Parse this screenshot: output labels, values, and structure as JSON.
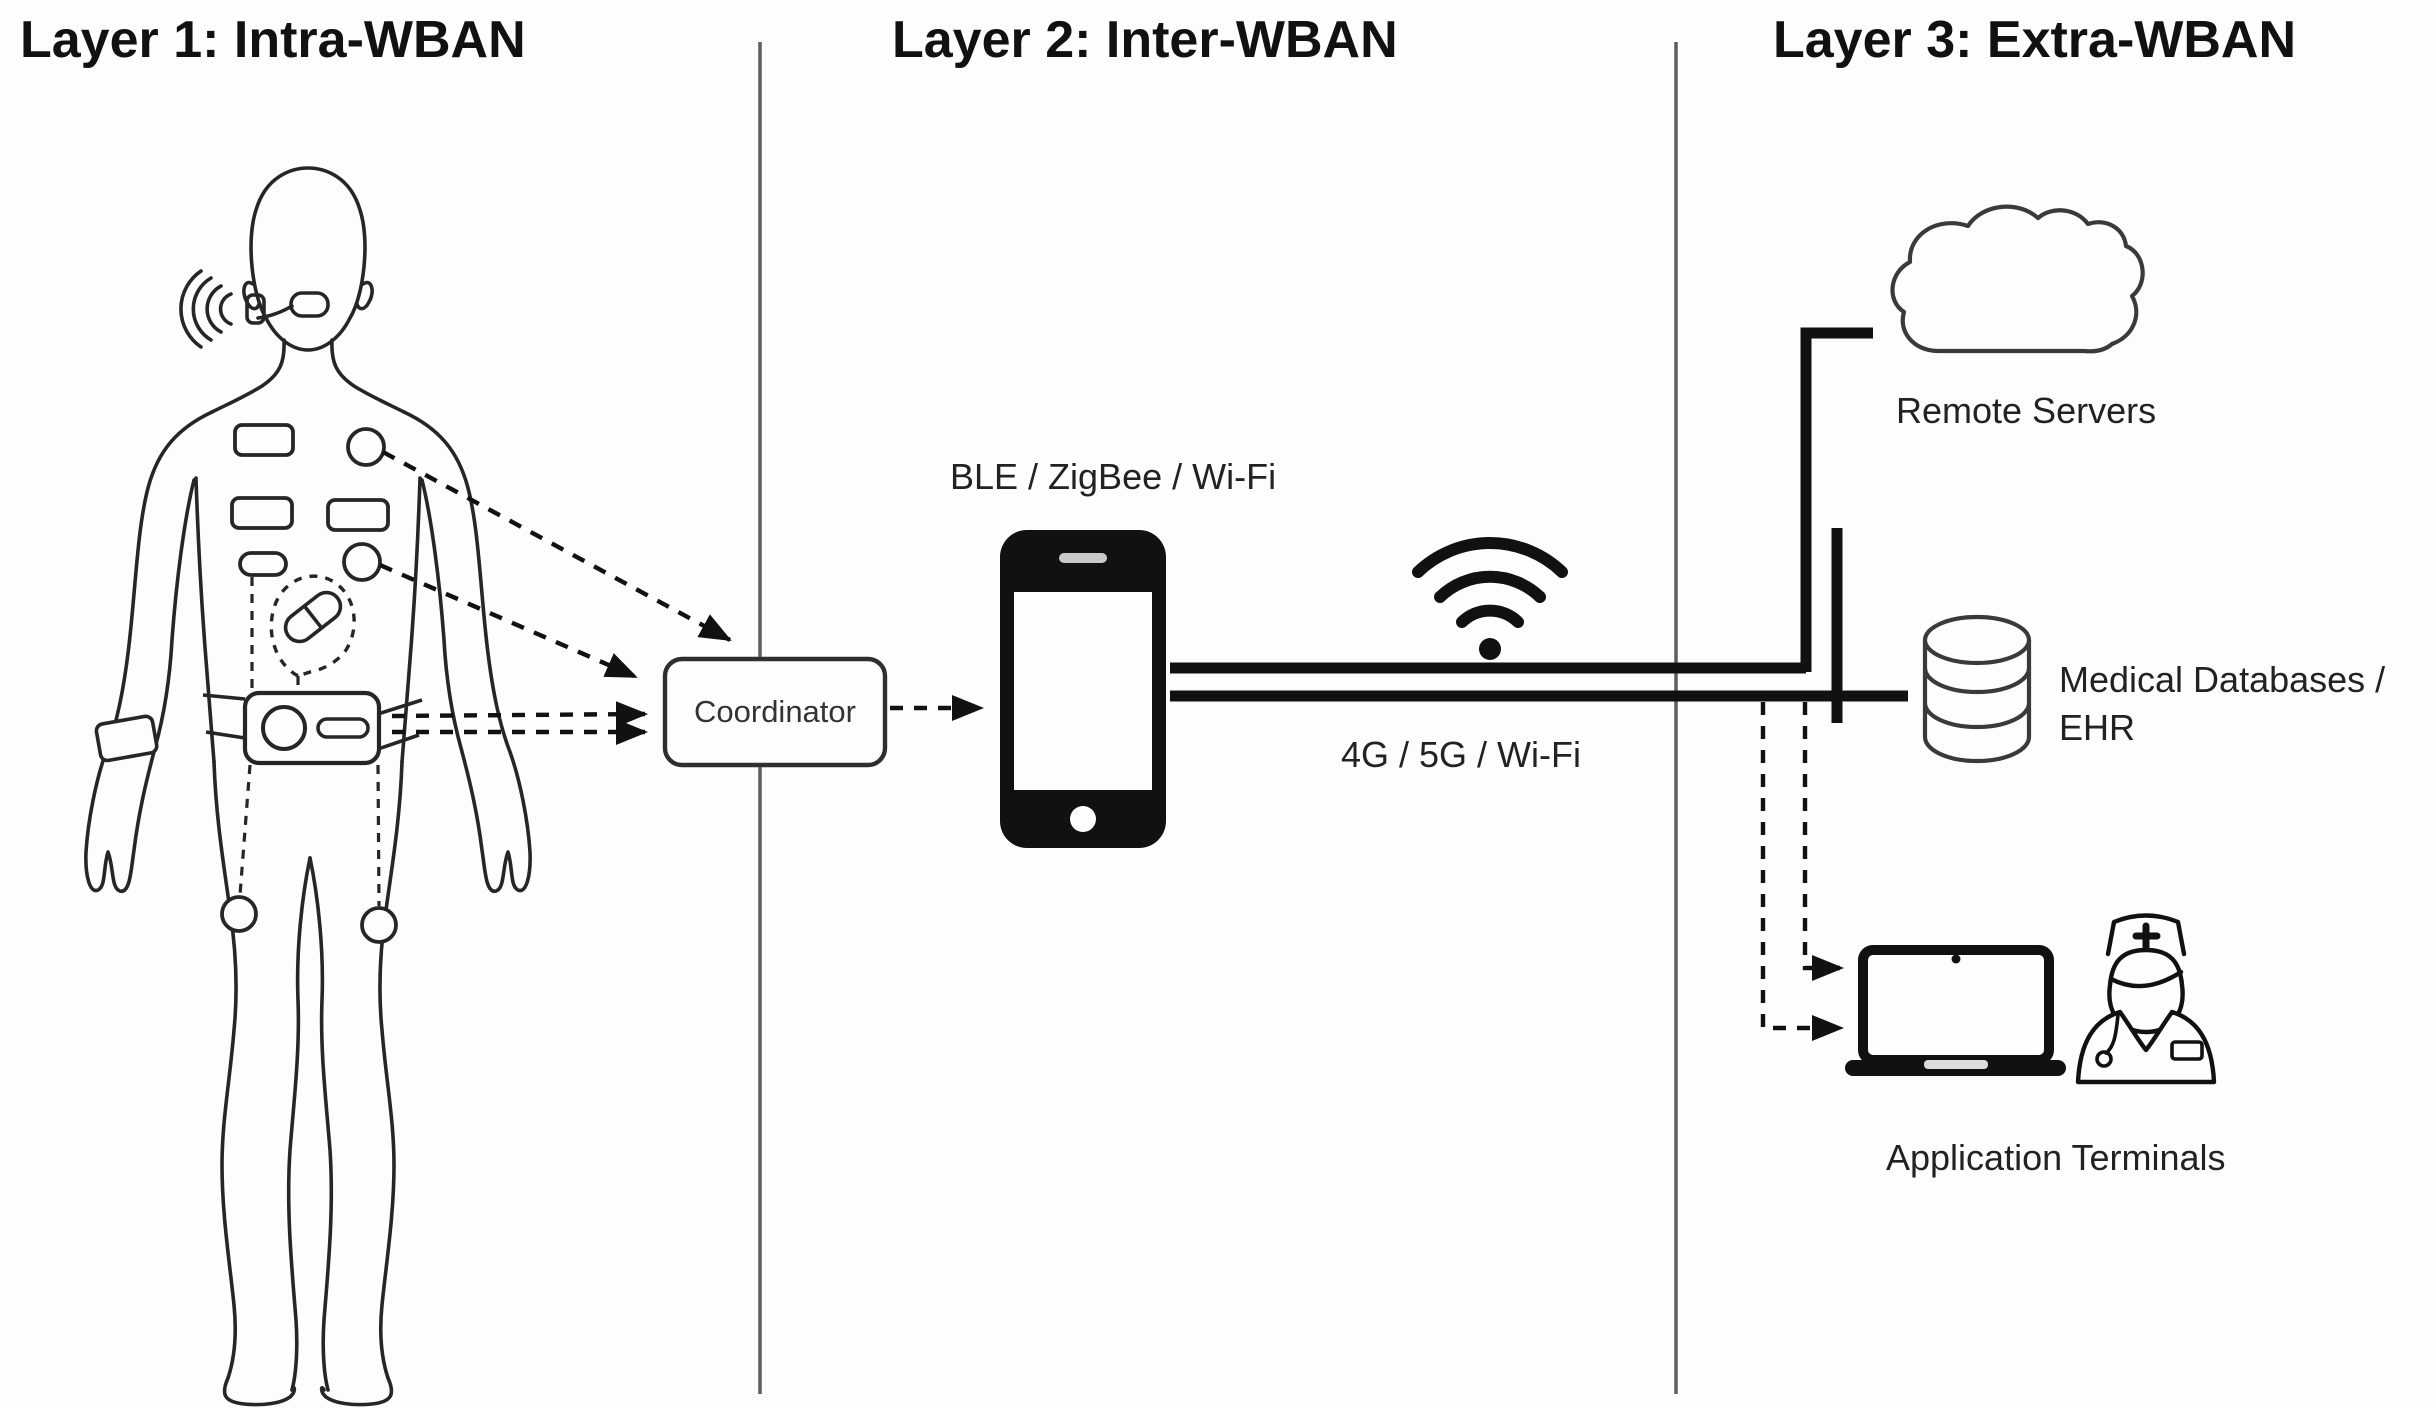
{
  "diagram": {
    "titles": {
      "layer1": "Layer 1: Intra-WBAN",
      "layer2": "Layer 2: Inter-WBAN",
      "layer3": "Layer 3: Extra-WBAN"
    },
    "layer1": {
      "coordinator_label": "Coordinator"
    },
    "layer2": {
      "short_range_link_label": "BLE / ZigBee / Wi-Fi",
      "backhaul_link_label": "4G / 5G / Wi-Fi"
    },
    "layer3": {
      "remote_servers_label": "Remote Servers",
      "medical_databases_label": "Medical Databases / EHR",
      "application_terminals_label": "Application Terminals"
    },
    "icons": {
      "body": "human-body-with-wearable-sensors",
      "headset": "wireless-headset",
      "capsule": "ingestible-capsule-sensor",
      "belt_device": "waist-hub-device",
      "phone": "smartphone",
      "wifi": "wifi-signal",
      "cloud": "cloud-remote-servers",
      "database": "database-cylinder",
      "laptop": "laptop-terminal",
      "nurse": "medical-staff"
    },
    "colors": {
      "background": "#fdfdfd",
      "line": "#1c1c1c",
      "divider": "#5e5e5e",
      "thick_link": "#111111"
    }
  }
}
